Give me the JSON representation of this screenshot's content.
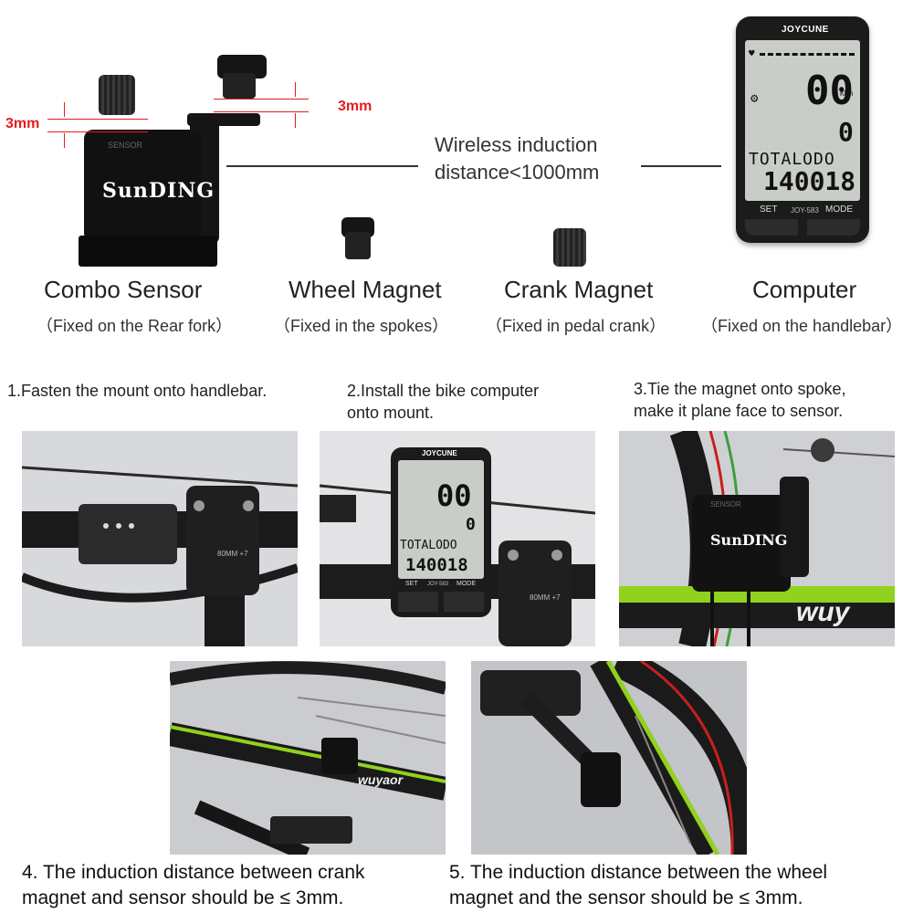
{
  "dimensions": {
    "left": "3mm",
    "right": "3mm"
  },
  "products": [
    {
      "name": "Combo Sensor",
      "note": "（Fixed on the Rear fork）"
    },
    {
      "name": "Wheel Magnet",
      "note": "（Fixed in the spokes）"
    },
    {
      "name": "Crank Magnet",
      "note": "（Fixed in pedal crank）"
    },
    {
      "name": "Computer",
      "note": "（Fixed on the handlebar）"
    }
  ],
  "wireless": {
    "line1": "Wireless induction",
    "line2": "distance<1000mm"
  },
  "sensor_brand": "SunDING",
  "sensor_small_text": "SENSOR",
  "computer": {
    "brand": "JOYCUNE",
    "speed": "00",
    "speed_unit": "KMh",
    "second_value": "0",
    "mode_label": "TOTALODO",
    "odo_value": "140018",
    "button_left": "SET",
    "model": "JOY-583",
    "button_right": "MODE"
  },
  "steps": [
    {
      "text": "1.Fasten the mount onto handlebar."
    },
    {
      "line1": "2.Install the bike computer",
      "line2": "onto mount."
    },
    {
      "line1": "3.Tie the magnet onto spoke,",
      "line2": "make it plane face to sensor."
    },
    {
      "line1": "4. The induction distance between crank",
      "line2": "magnet and sensor should be ≤ 3mm."
    },
    {
      "line1": "5. The induction distance between the wheel",
      "line2": "magnet and the sensor should be ≤ 3mm."
    }
  ],
  "photo_text": {
    "frame_brand": "wuy",
    "frame_brand_long": "wuyaor",
    "stem_text": "80MM +7"
  }
}
